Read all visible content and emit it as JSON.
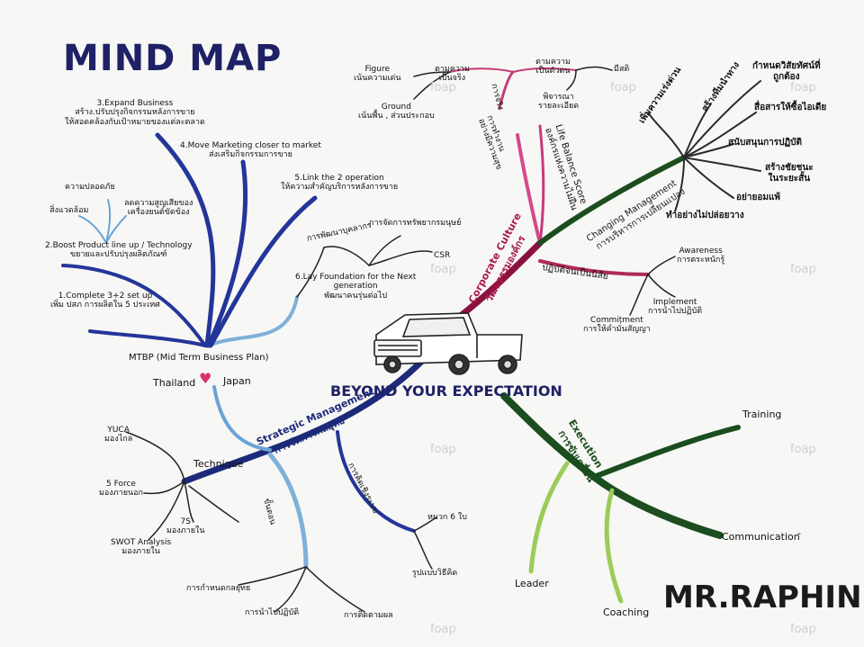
{
  "title": "MIND MAP",
  "author": "MR.RAPHIN",
  "center": "BEYOND YOUR EXPECTATION",
  "colors": {
    "title": "#1e2166",
    "blue": "#24359a",
    "lightblue": "#6aa3d6",
    "magenta": "#a8174a",
    "pink": "#d54a8a",
    "green": "#1b4d1f",
    "lightgreen": "#9ccb5a",
    "dark": "#2a2a2a"
  },
  "mtbp": {
    "label": "MTBP (Mid Term Business Plan)",
    "items": [
      {
        "text": "1.Complete 3+2 set up\nเพิ่ม ปสภ การผลิตใน 5 ประเทศ"
      },
      {
        "text": "2.Boost Product line up / Technology\nขยายและปรับปรุงผลิตภัณฑ์"
      },
      {
        "text": "3.Expand Business\nสร้าง.ปรับปรุงกิจกรรมหลังการขาย\nให้สอดคล้องกับเป้าหมายของแต่ละตลาด"
      },
      {
        "text": "4.Move Marketing closer to market\nส่งเสริมกิจกรรมการขาย"
      },
      {
        "text": "5.Link the 2 operation\nให้ความสำคัญบริการหลังการขาย"
      },
      {
        "text": "6.Lay Foundation for the Next\ngeneration\nพัฒนาคนรุ่นต่อไป"
      }
    ],
    "sub2": [
      "ความปลอดภัย",
      "สิ่งแวดล้อม",
      "ลดความสูญเสียของ\nเครื่องยนต์ขัดข้อง"
    ],
    "sub6": [
      "การพัฒนาบุคลากร",
      "การจัดการทรัพยากรมนุษย์",
      "CSR"
    ]
  },
  "strategic": {
    "label": "Strategic Management",
    "label_th": "การจัดการกลยุทธ",
    "thailand": "Thailand",
    "japan": "Japan",
    "heart": "♥",
    "technique": "Technique",
    "tech_items": [
      {
        "text": "YUCA\nมองไกล"
      },
      {
        "text": "5 Force\nมองภายนอก"
      },
      {
        "text": "SWOT Analysis\nมองภายใน"
      },
      {
        "text": "7S\nมองภายใน"
      }
    ],
    "steps_label": "ขั้นตอน",
    "steps": [
      "การกำหนดกลยุทธ",
      "การนำไปปฏิบัติ",
      "การติดตามผล"
    ],
    "thinking_label": "การคิดเชิงระบบ",
    "thinking": [
      "หมวก 6 ใบ",
      "รูปแบบวิธีคิด"
    ]
  },
  "corporate": {
    "label": "Corporate Culture",
    "label_th": "วัฒนธรรมองค์กร",
    "happiness": "การทำงาน\nอย่างมีความสุข",
    "life": "Life Balance Score\nองค์กรแห่งความไม่ฝืน",
    "truth": "การจริง",
    "real": "ตามความ\nเป็นจริง",
    "figure": "Figure\nเน้นความเด่น",
    "ground": "Ground\nเน้นพื้น , ส่วนประกอบ",
    "self": "ตามความ\nเป็นตัวตน",
    "mindful": "มีสติ",
    "careful": "พิจารณา\nรายละเอียด",
    "habit": "ปฏิบัติจนเป็นนิสัย",
    "awareness": "Awareness\nการตระหนักรู้",
    "implement": "Implement\nการนำไปปฏิบัติ",
    "commitment": "Commitment\nการให้คำมั่นสัญญา"
  },
  "changing": {
    "label": "Changing Management",
    "label_th": "การบริหารการเปลี่ยนแปลง",
    "items": [
      "เพิ่มความเร่งด่วน",
      "สร้างทีมนำทาง",
      "กำหนดวิสัยทัศน์ที่\nถูกต้อง",
      "สื่อสารให้ซื้อไอเดีย",
      "สนับสนุนการปฏิบัติ",
      "สร้างชัยชนะ\nในระยะสั้น",
      "อย่ายอมแพ้",
      "ทำอย่างไม่ปล่อยวาง"
    ]
  },
  "execution": {
    "label": "Execution",
    "label_th": "การขับเคลื่อน",
    "items": [
      "Training",
      "Communication",
      "Leader",
      "Coaching"
    ],
    "dash": "-"
  },
  "watermark": "foap"
}
